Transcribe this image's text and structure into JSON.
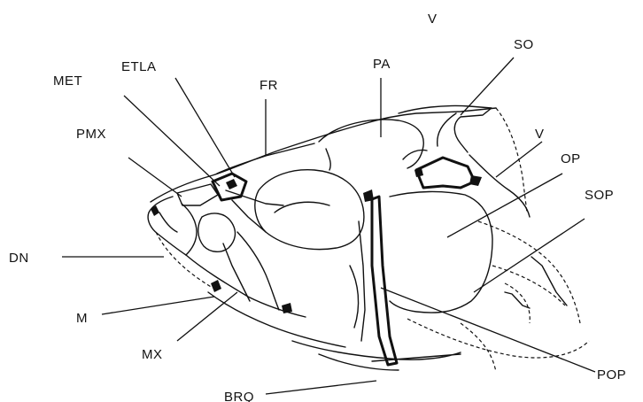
{
  "labels": {
    "v_top": "V",
    "so": "SO",
    "v_side": "V",
    "pa": "PA",
    "fr": "FR",
    "etla": "ETLA",
    "met": "MET",
    "pmx": "PMX",
    "op": "OP",
    "sop": "SOP",
    "dn": "DN",
    "m": "M",
    "mx": "MX",
    "brq": "BRQ",
    "pop": "POP"
  }
}
